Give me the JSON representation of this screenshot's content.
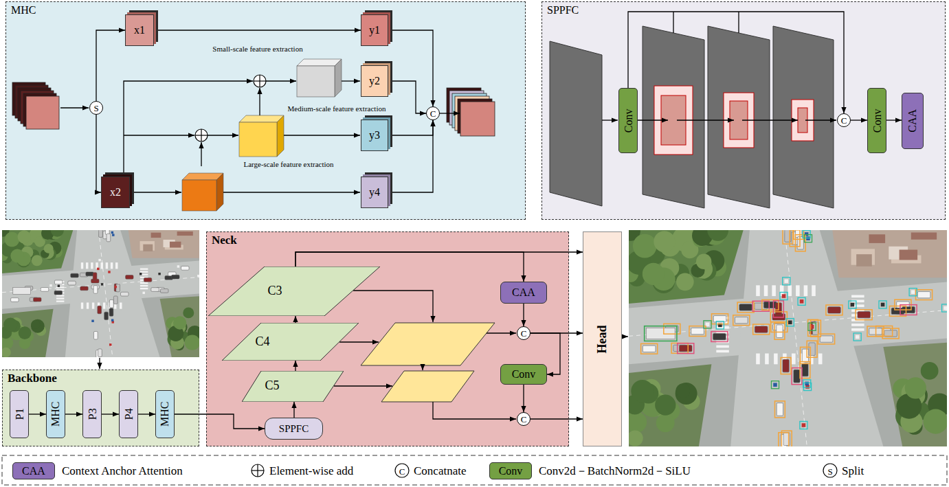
{
  "diagram": {
    "nodes": [
      {
        "text": [
          "MHC"
        ]
      },
      {
        "text": [
          "S"
        ],
        "in": 0
      },
      {
        "text": [
          "x1"
        ],
        "in": 0
      },
      {
        "text": [
          "x2"
        ],
        "in": 0
      },
      {
        "text": [
          "y1"
        ],
        "in": 0
      },
      {
        "text": [
          "y2"
        ],
        "in": 0
      },
      {
        "text": [
          "y3"
        ],
        "in": 0
      },
      {
        "text": [
          "y4"
        ],
        "in": 0
      },
      {
        "text": [
          "C"
        ],
        "in": 0
      },
      {
        "text": [
          "SPPFC"
        ]
      },
      {
        "text": [
          "Conv"
        ],
        "in": 9
      },
      {
        "text": [
          "C"
        ],
        "in": 9
      },
      {
        "text": [
          "Conv"
        ],
        "in": 9
      },
      {
        "text": [
          "CAA"
        ],
        "in": 9
      },
      {
        "text": [
          "Backbone"
        ]
      },
      {
        "text": [
          "P1"
        ],
        "in": 14
      },
      {
        "text": [
          "MHC"
        ],
        "in": 14
      },
      {
        "text": [
          "P3"
        ],
        "in": 14
      },
      {
        "text": [
          "P4"
        ],
        "in": 14
      },
      {
        "text": [
          "MHC"
        ],
        "in": 14
      },
      {
        "text": [
          "Neck"
        ]
      },
      {
        "text": [
          "C3"
        ],
        "in": 20
      },
      {
        "text": [
          "C4"
        ],
        "in": 20
      },
      {
        "text": [
          "C5"
        ],
        "in": 20
      },
      {
        "text": [
          "SPPFC"
        ],
        "in": 20
      },
      {
        "text": [
          "CAA"
        ],
        "in": 20
      },
      {
        "text": [
          "C"
        ],
        "in": 20
      },
      {
        "text": [
          "Conv"
        ],
        "in": 20
      },
      {
        "text": [
          "C"
        ],
        "in": 20
      },
      {
        "text": [
          "Head"
        ]
      }
    ],
    "edges": [
      {
        "from": 1,
        "to": 2,
        "arrow": "to"
      },
      {
        "from": 1,
        "to": 3,
        "arrow": "to"
      },
      {
        "from": 2,
        "to": 4,
        "arrow": "to"
      },
      {
        "from": 4,
        "to": 8,
        "arrow": "to"
      },
      {
        "from": 5,
        "to": 8,
        "arrow": "to"
      },
      {
        "from": 6,
        "to": 8,
        "arrow": "to"
      },
      {
        "from": 7,
        "to": 8,
        "arrow": "to"
      },
      {
        "from": 10,
        "to": 11,
        "arrow": "to"
      },
      {
        "from": 11,
        "to": 12,
        "arrow": "to"
      },
      {
        "from": 12,
        "to": 13,
        "arrow": "to"
      },
      {
        "from": 15,
        "to": 16,
        "arrow": "to"
      },
      {
        "from": 16,
        "to": 17,
        "arrow": "to"
      },
      {
        "from": 17,
        "to": 18,
        "arrow": "to"
      },
      {
        "from": 18,
        "to": 19,
        "arrow": "to"
      },
      {
        "from": 19,
        "to": 24,
        "arrow": "to"
      },
      {
        "from": 24,
        "to": 23,
        "arrow": "to"
      },
      {
        "from": 23,
        "to": 22,
        "arrow": "to"
      },
      {
        "from": 22,
        "to": 21,
        "arrow": "to"
      },
      {
        "from": 21,
        "to": 29,
        "arrow": "to"
      },
      {
        "from": 21,
        "to": 25,
        "arrow": "to"
      },
      {
        "from": 25,
        "to": 26,
        "arrow": "to"
      },
      {
        "from": 26,
        "to": 29,
        "arrow": "to"
      },
      {
        "from": 26,
        "to": 27,
        "arrow": "to"
      },
      {
        "from": 27,
        "to": 28,
        "arrow": "to"
      },
      {
        "from": 28,
        "to": 29,
        "arrow": "to"
      }
    ],
    "labels": [
      "Small-scale feature extraction",
      "Medium-scale feature extraction",
      "Large-scale feature extraction",
      "CAA",
      "C",
      "Conv",
      "S"
    ],
    "legend": [
      {
        "text": "Context Anchor Attention",
        "color": "#8d70b8"
      },
      {
        "text": "Element-wise add"
      },
      {
        "text": "Concatnate"
      },
      {
        "text": "Conv2d－BatchNorm2d－SiLU",
        "color": "#74a043"
      },
      {
        "text": "Split"
      }
    ]
  }
}
